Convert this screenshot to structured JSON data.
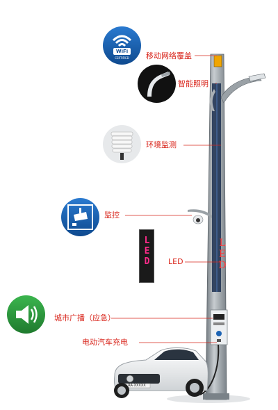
{
  "features": [
    {
      "id": "wifi",
      "label": "移动网络覆盖",
      "icon": "wifi-certified-icon"
    },
    {
      "id": "light",
      "label": "智能照明",
      "icon": "street-light-icon"
    },
    {
      "id": "env",
      "label": "环境监测",
      "icon": "weather-sensor-icon"
    },
    {
      "id": "cctv",
      "label": "监控",
      "icon": "cctv-camera-icon"
    },
    {
      "id": "led",
      "label": "LED",
      "icon": "led-sign-icon"
    },
    {
      "id": "speaker",
      "label": "城市广播（应急）",
      "icon": "speaker-icon"
    },
    {
      "id": "ev",
      "label": "电动汽车充电",
      "icon": "ev-charger-icon"
    }
  ],
  "wifi_badge": {
    "brand": "WiFi",
    "sub": "CERTIFIED"
  },
  "led_text": "LED",
  "pole_led_text": "LED",
  "car_plate": "RA·XXXXX",
  "colors": {
    "label": "#d9261c",
    "leader": "#d9261c",
    "icon_blue": "#1c64b4",
    "icon_green": "#2b9a3e",
    "pole": "#8c949a"
  }
}
